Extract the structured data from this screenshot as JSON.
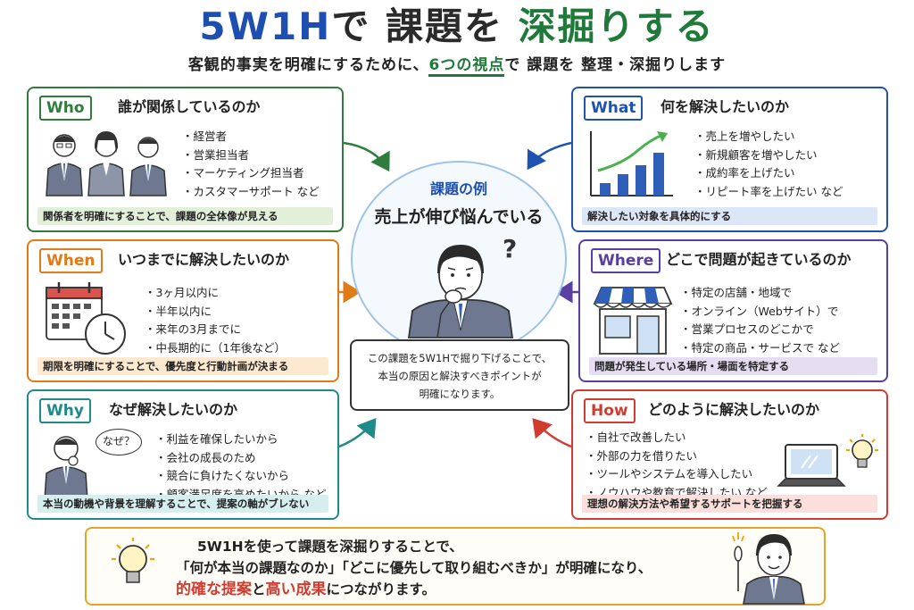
{
  "header": {
    "title_part1": "5W1H",
    "title_part2": "で 課題を ",
    "title_part3": "深掘りする",
    "subtitle_before": "客観的事実を明確にするために、",
    "subtitle_highlight": "6つの視点",
    "subtitle_after": "で 課題を 整理・深掘りします"
  },
  "who": {
    "tag": "Who",
    "heading": "誰が関係しているのか",
    "items": [
      "経営者",
      "営業担当者",
      "マーケティング担当者",
      "カスタマーサポート など"
    ],
    "note": "関係者を明確にすることで、課題の全体像が見える"
  },
  "when": {
    "tag": "When",
    "heading": "いつまでに解決したいのか",
    "items": [
      "3ヶ月以内に",
      "半年以内に",
      "来年の3月までに",
      "中長期的に（1年後など）"
    ],
    "note": "期限を明確にすることで、優先度と行動計画が決まる"
  },
  "why": {
    "tag": "Why",
    "heading": "なぜ解決したいのか",
    "bubble": "なぜ？",
    "items": [
      "利益を確保したいから",
      "会社の成長のため",
      "競合に負けたくないから",
      "顧客満足度を高めたいから など"
    ],
    "note": "本当の動機や背景を理解することで、提案の軸がブレない"
  },
  "what": {
    "tag": "What",
    "heading": "何を解決したいのか",
    "items": [
      "売上を増やしたい",
      "新規顧客を増やしたい",
      "成約率を上げたい",
      "リピート率を上げたい など"
    ],
    "note": "解決したい対象を具体的にする"
  },
  "where": {
    "tag": "Where",
    "heading": "どこで問題が起きているのか",
    "items": [
      "特定の店舗・地域で",
      "オンライン（Webサイト）で",
      "営業プロセスのどこかで",
      "特定の商品・サービスで など"
    ],
    "note": "問題が発生している場所・場面を特定する"
  },
  "how": {
    "tag": "How",
    "heading": "どのように解決したいのか",
    "items": [
      "自社で改善したい",
      "外部の力を借りたい",
      "ツールやシステムを導入したい",
      "ノウハウや教育で解決したい など"
    ],
    "note": "理想の解決方法や希望するサポートを把握する"
  },
  "center": {
    "label": "課題の例",
    "title": "売上が伸び悩んでいる",
    "question_mark": "?",
    "note_line1": "この課題を5W1Hで掘り下げることで、",
    "note_line2": "本当の原因と解決すべきポイントが",
    "note_line3": "明確になります。"
  },
  "summary": {
    "line1": "5W1Hを使って課題を深掘りすることで、",
    "line2": "「何が本当の課題なのか」「どこに優先して取り組むべきか」が明確になり、",
    "emph1": "的確な提案",
    "mid": "と",
    "emph2": "高い成果",
    "end": "につながります。"
  },
  "colors": {
    "who": "#2f7d3a",
    "when": "#e07b17",
    "why": "#1f8a8a",
    "what": "#1f53b0",
    "where": "#5a3fa0",
    "how": "#d23b30",
    "summary": "#e6a426"
  }
}
